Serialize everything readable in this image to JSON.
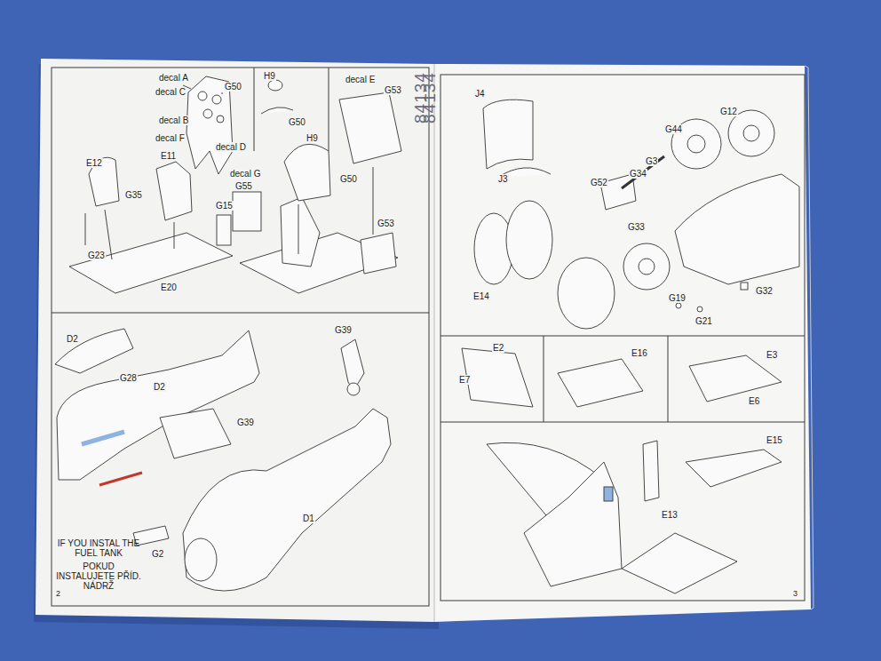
{
  "diagram": {
    "labels": [
      "decal A",
      "G50",
      "decal C",
      "decal B",
      "decal F",
      "decal D",
      "H9",
      "G50",
      "H9",
      "G50",
      "decal E",
      "G53",
      "E12",
      "E11",
      "G35",
      "G23",
      "decal G",
      "G55",
      "G15",
      "G53",
      "E20",
      "D2",
      "G28",
      "D2",
      "G39",
      "G39",
      "IF YOU INSTAL THE FUEL TANK",
      "POKUD INSTALUJETE PŘÍD. NÁDRŽ",
      "G2",
      "D1",
      "2",
      "84134",
      "84134",
      "J4",
      "J3",
      "G12",
      "G44",
      "G3",
      "G34",
      "G52",
      "G33",
      "E14",
      "G19",
      "G21",
      "G32",
      "E2",
      "E7",
      "E16",
      "E3",
      "E6",
      "E13",
      "E15",
      "3"
    ]
  }
}
